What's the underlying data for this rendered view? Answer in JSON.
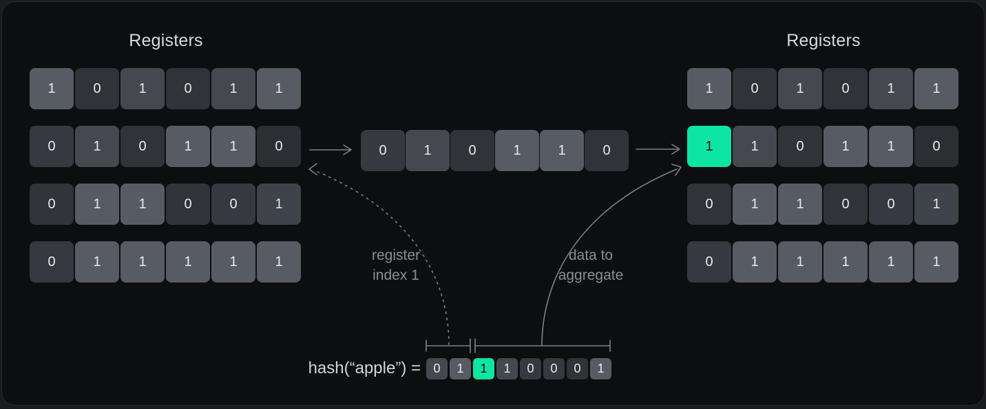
{
  "colors": {
    "accent_green": "#0ce6a2",
    "cell_light": "#575c64",
    "cell_medium": "#45494f",
    "cell_dark": "#303338",
    "arrow_gray": "#7e8187",
    "card_background": "#0d0e10",
    "title_text": "#d8dadd",
    "note_text": "#8b8e94"
  },
  "left_registers": {
    "title": "Registers",
    "rows": [
      [
        {
          "v": "1",
          "s": "light"
        },
        {
          "v": "0",
          "s": "dark"
        },
        {
          "v": "1",
          "s": "mid"
        },
        {
          "v": "0",
          "s": "dark"
        },
        {
          "v": "1",
          "s": "mid"
        },
        {
          "v": "1",
          "s": "light"
        }
      ],
      [
        {
          "v": "0",
          "s": "dark2"
        },
        {
          "v": "1",
          "s": "mid"
        },
        {
          "v": "0",
          "s": "dark"
        },
        {
          "v": "1",
          "s": "light"
        },
        {
          "v": "1",
          "s": "light"
        },
        {
          "v": "0",
          "s": "dark3"
        }
      ],
      [
        {
          "v": "0",
          "s": "dark"
        },
        {
          "v": "1",
          "s": "light"
        },
        {
          "v": "1",
          "s": "light"
        },
        {
          "v": "0",
          "s": "dark"
        },
        {
          "v": "0",
          "s": "dark2"
        },
        {
          "v": "1",
          "s": "mid2"
        }
      ],
      [
        {
          "v": "0",
          "s": "dark2"
        },
        {
          "v": "1",
          "s": "light"
        },
        {
          "v": "1",
          "s": "light"
        },
        {
          "v": "1",
          "s": "light"
        },
        {
          "v": "1",
          "s": "light"
        },
        {
          "v": "1",
          "s": "light"
        }
      ]
    ]
  },
  "incoming_value_row": {
    "rows": [
      [
        {
          "v": "0",
          "s": "dark2"
        },
        {
          "v": "1",
          "s": "mid"
        },
        {
          "v": "0",
          "s": "dark"
        },
        {
          "v": "1",
          "s": "light"
        },
        {
          "v": "1",
          "s": "light"
        },
        {
          "v": "0",
          "s": "dark"
        }
      ]
    ]
  },
  "right_registers": {
    "title": "Registers",
    "rows": [
      [
        {
          "v": "1",
          "s": "light"
        },
        {
          "v": "0",
          "s": "dark"
        },
        {
          "v": "1",
          "s": "mid"
        },
        {
          "v": "0",
          "s": "dark"
        },
        {
          "v": "1",
          "s": "mid"
        },
        {
          "v": "1",
          "s": "light"
        }
      ],
      [
        {
          "v": "1",
          "s": "green"
        },
        {
          "v": "1",
          "s": "mid"
        },
        {
          "v": "0",
          "s": "dark"
        },
        {
          "v": "1",
          "s": "light"
        },
        {
          "v": "1",
          "s": "light"
        },
        {
          "v": "0",
          "s": "dark3"
        }
      ],
      [
        {
          "v": "0",
          "s": "dark"
        },
        {
          "v": "1",
          "s": "light"
        },
        {
          "v": "1",
          "s": "light"
        },
        {
          "v": "0",
          "s": "dark"
        },
        {
          "v": "0",
          "s": "dark2"
        },
        {
          "v": "1",
          "s": "mid2"
        }
      ],
      [
        {
          "v": "0",
          "s": "dark2"
        },
        {
          "v": "1",
          "s": "light"
        },
        {
          "v": "1",
          "s": "light"
        },
        {
          "v": "1",
          "s": "light"
        },
        {
          "v": "1",
          "s": "light"
        },
        {
          "v": "1",
          "s": "light"
        }
      ]
    ]
  },
  "annotations": {
    "register_index": {
      "line1": "register",
      "line2": "index 1"
    },
    "data_aggregate": {
      "line1": "data to",
      "line2": "aggregate"
    }
  },
  "hash": {
    "label": "hash(“apple”) =",
    "bits": {
      "rows": [
        [
          {
            "v": "0",
            "s": "mid"
          },
          {
            "v": "1",
            "s": "light"
          },
          {
            "v": "1",
            "s": "green"
          },
          {
            "v": "1",
            "s": "mid"
          },
          {
            "v": "0",
            "s": "dark2"
          },
          {
            "v": "0",
            "s": "dark2"
          },
          {
            "v": "0",
            "s": "dark"
          },
          {
            "v": "1",
            "s": "light"
          }
        ]
      ]
    }
  }
}
